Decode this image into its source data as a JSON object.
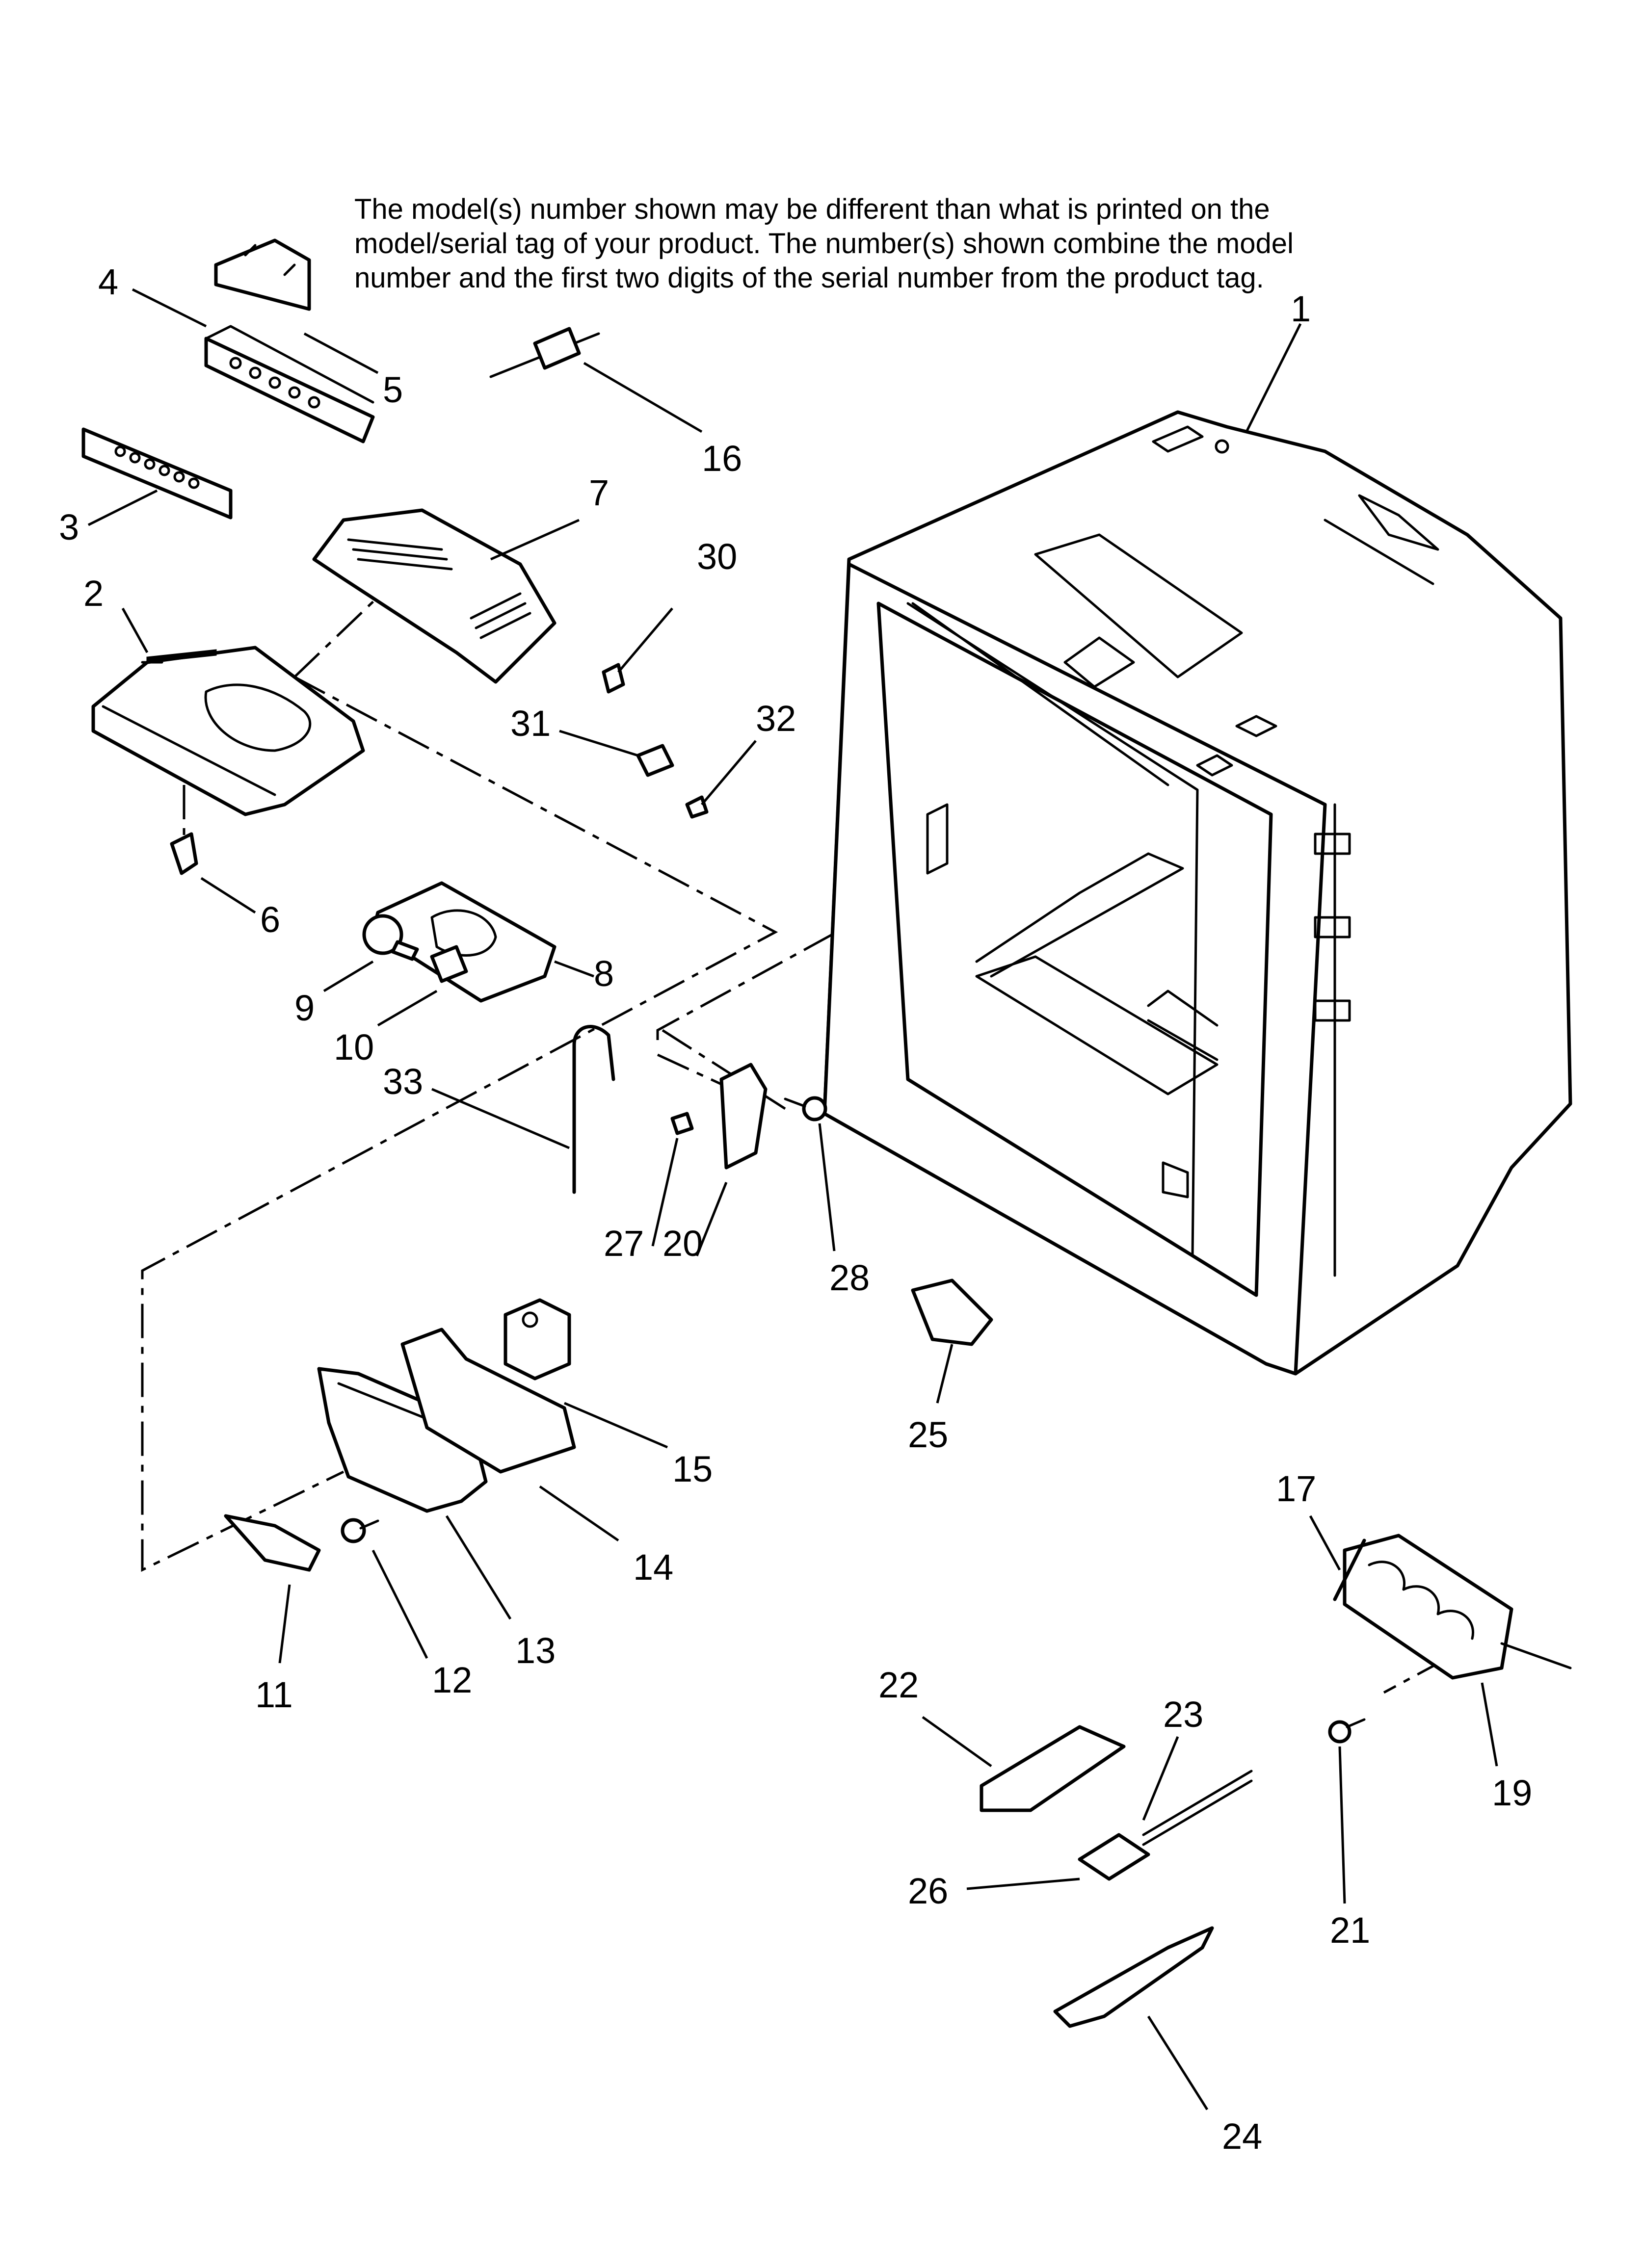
{
  "note": {
    "line1": "The model(s) number shown may be different than what is printed on the",
    "line2": "model/serial tag of your product. The number(s) shown combine the model",
    "line3": "number and the first two digits of the serial number from the product tag."
  },
  "callouts": {
    "c1": "1",
    "c2": "2",
    "c3": "3",
    "c4": "4",
    "c5": "5",
    "c6": "6",
    "c7": "7",
    "c8": "8",
    "c9": "9",
    "c10": "10",
    "c11": "11",
    "c12": "12",
    "c13": "13",
    "c14": "14",
    "c15": "15",
    "c16": "16",
    "c17": "17",
    "c19": "19",
    "c20": "20",
    "c21": "21",
    "c22": "22",
    "c23": "23",
    "c24": "24",
    "c25": "25",
    "c26": "26",
    "c27": "27",
    "c28": "28",
    "c30": "30",
    "c31": "31",
    "c32": "32",
    "c33": "33"
  }
}
